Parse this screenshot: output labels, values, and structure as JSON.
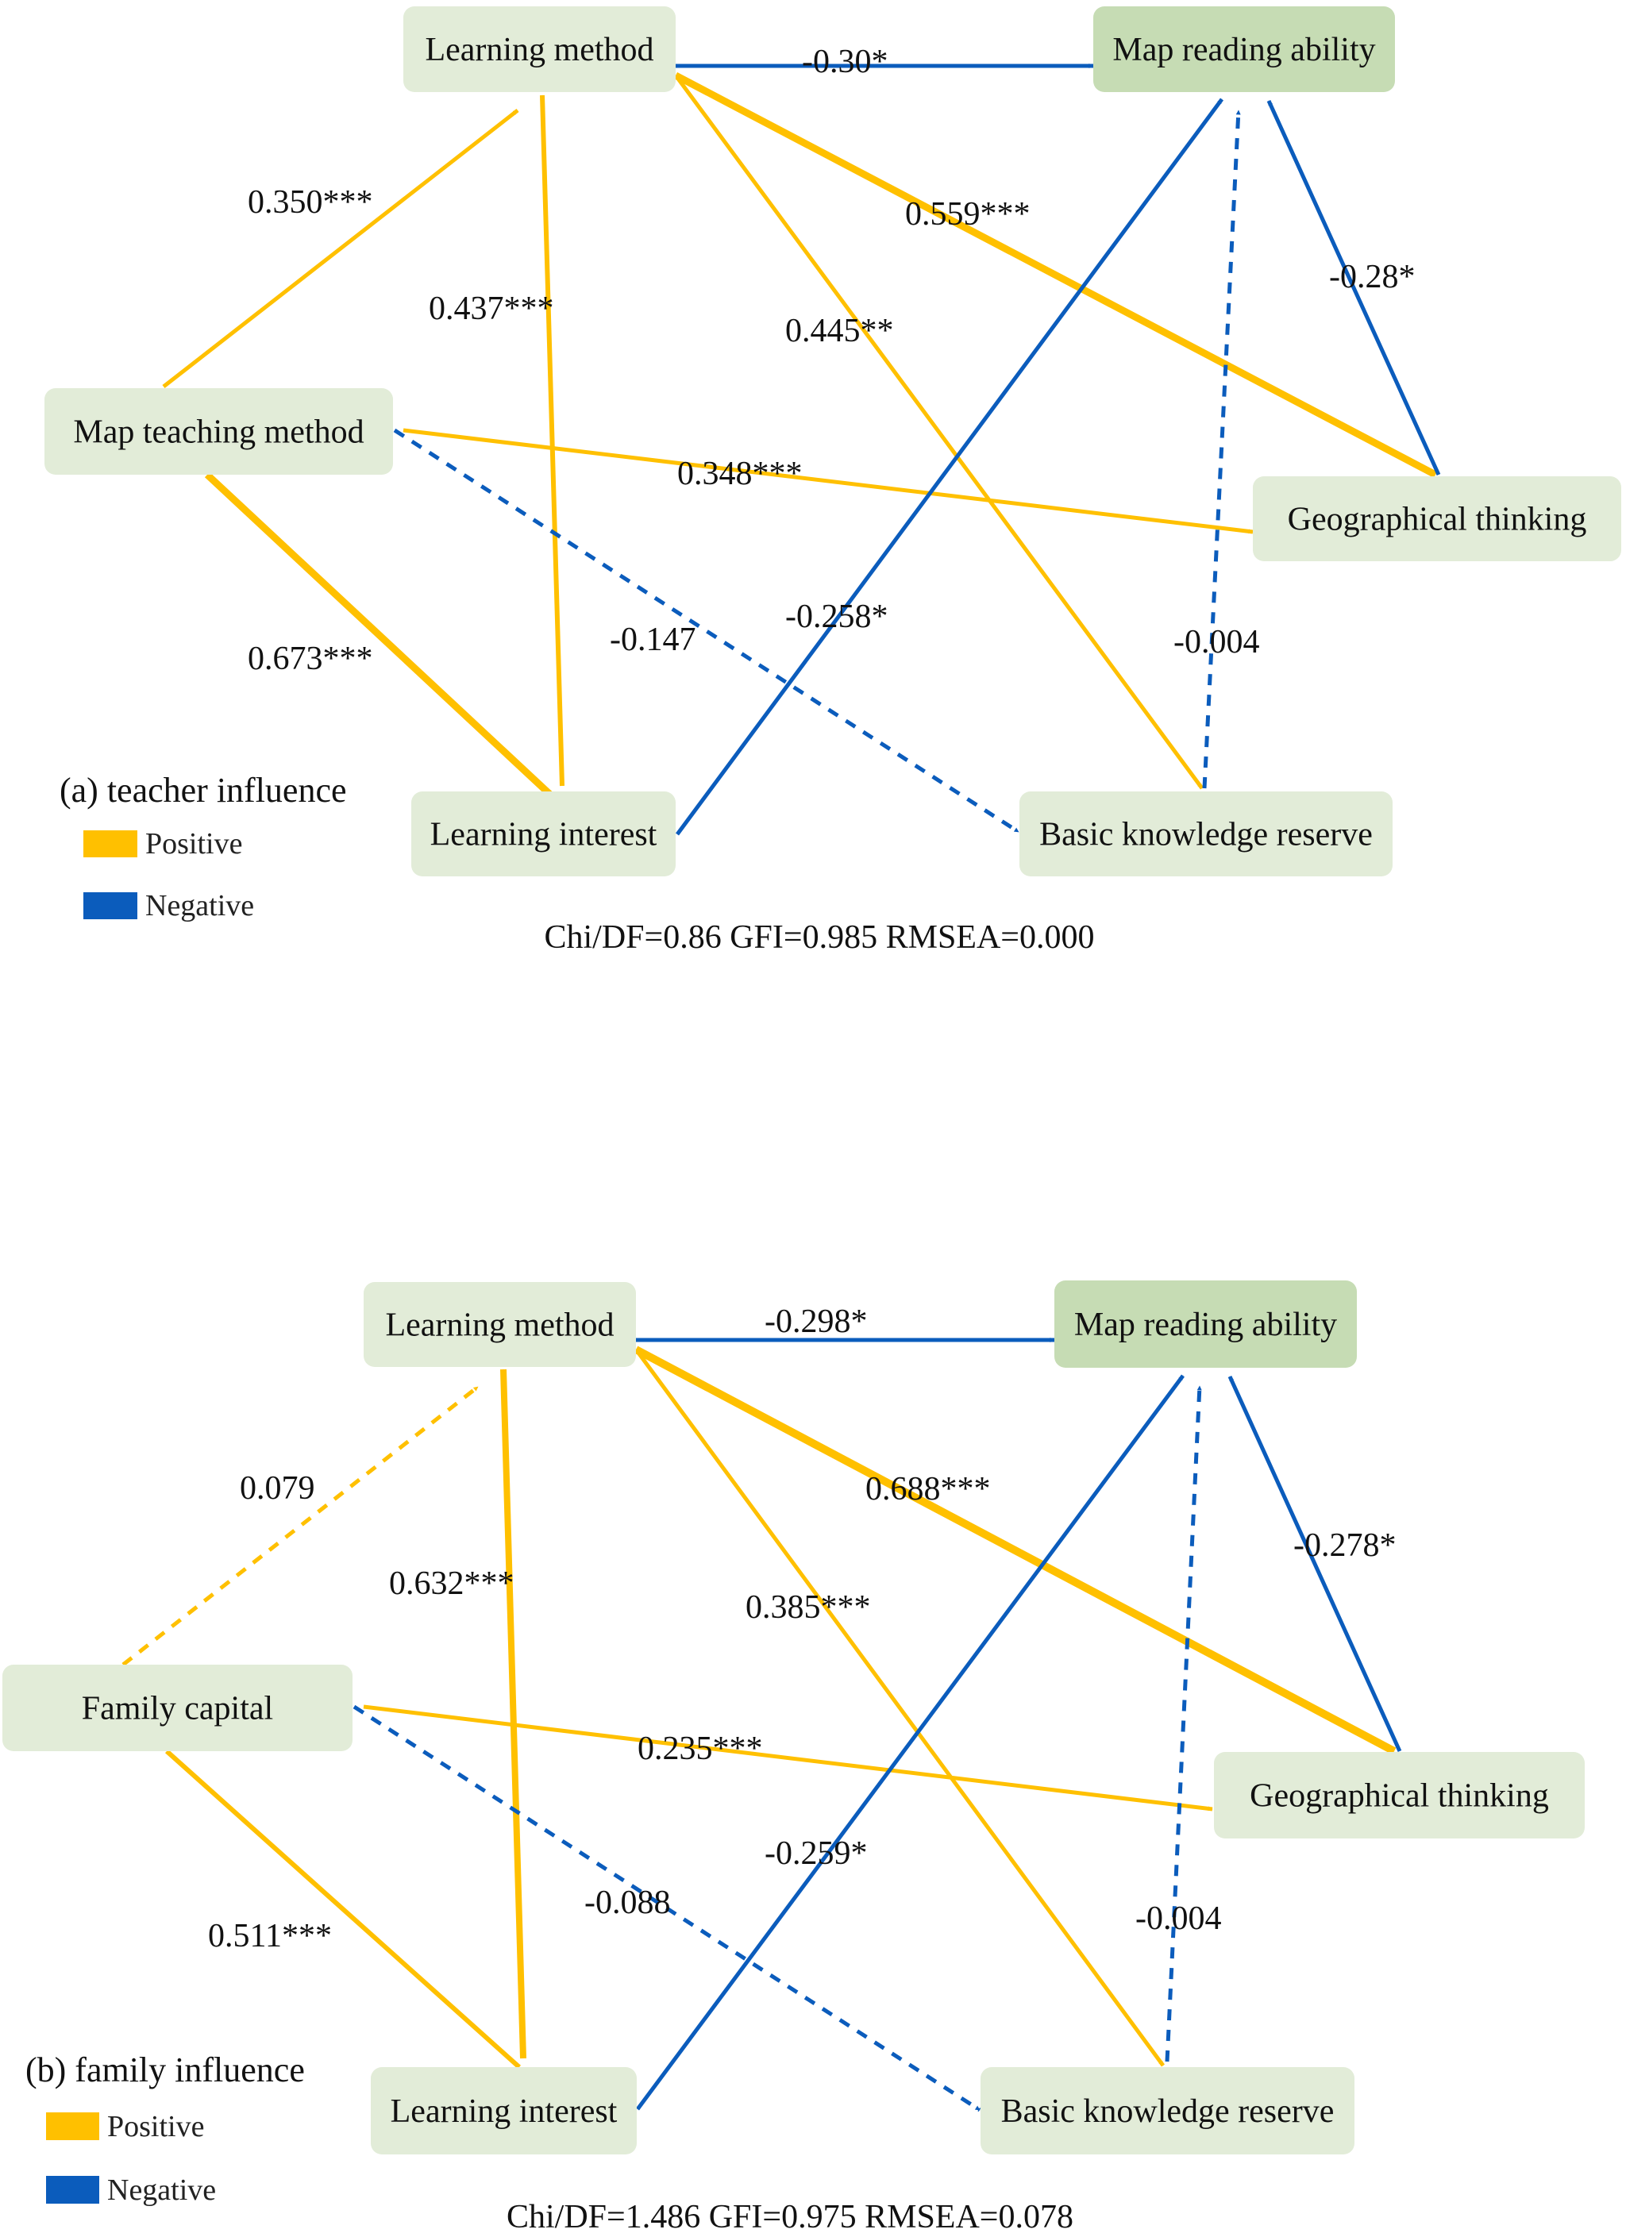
{
  "figure": {
    "colors": {
      "positive": "#ffc000",
      "negative": "#0b5cbc",
      "node_fill": "#e2ecd8",
      "outcome_node_fill": "#c6dcb4",
      "text": "#111111"
    },
    "legend": {
      "positive_label": "Positive",
      "negative_label": "Negative"
    },
    "panels": [
      {
        "id": "a",
        "title": "(a) teacher influence",
        "fit_stats": "Chi/DF=0.86 GFI=0.985  RMSEA=0.000",
        "nodes": [
          {
            "id": "LM",
            "label": "Learning method",
            "kind": "mediator"
          },
          {
            "id": "MRA",
            "label": "Map reading ability",
            "kind": "outcome"
          },
          {
            "id": "MTM",
            "label": "Map teaching method",
            "kind": "exogenous"
          },
          {
            "id": "GT",
            "label": "Geographical thinking",
            "kind": "mediator"
          },
          {
            "id": "LI",
            "label": "Learning interest",
            "kind": "mediator"
          },
          {
            "id": "BKR",
            "label": "Basic knowledge reserve",
            "kind": "mediator"
          }
        ],
        "edges": [
          {
            "from": "MTM",
            "to": "LM",
            "coef": "0.350***",
            "sign": "positive",
            "significant": true
          },
          {
            "from": "LI",
            "to": "LM",
            "coef": "0.437***",
            "sign": "positive",
            "significant": true
          },
          {
            "from": "MTM",
            "to": "LI",
            "coef": "0.673***",
            "sign": "positive",
            "significant": true
          },
          {
            "from": "MTM",
            "to": "GT",
            "coef": "0.348***",
            "sign": "positive",
            "significant": true
          },
          {
            "from": "MTM",
            "to": "BKR",
            "coef": "-0.147",
            "sign": "negative",
            "significant": false
          },
          {
            "from": "LM",
            "to": "MRA",
            "coef": "-0.30*",
            "sign": "negative",
            "significant": true
          },
          {
            "from": "LM",
            "to": "GT",
            "coef": "0.559***",
            "sign": "positive",
            "significant": true
          },
          {
            "from": "LM",
            "to": "BKR",
            "coef": "0.445**",
            "sign": "positive",
            "significant": true
          },
          {
            "from": "LI",
            "to": "MRA",
            "coef": "-0.258*",
            "sign": "negative",
            "significant": true
          },
          {
            "from": "BKR",
            "to": "MRA",
            "coef": "-0.004",
            "sign": "negative",
            "significant": false
          },
          {
            "from": "GT",
            "to": "MRA",
            "coef": "-0.28*",
            "sign": "negative",
            "significant": true
          }
        ]
      },
      {
        "id": "b",
        "title": "(b) family influence",
        "fit_stats": "Chi/DF=1.486 GFI=0.975  RMSEA=0.078",
        "nodes": [
          {
            "id": "LM",
            "label": "Learning method",
            "kind": "mediator"
          },
          {
            "id": "MRA",
            "label": "Map reading ability",
            "kind": "outcome"
          },
          {
            "id": "FC",
            "label": "Family capital",
            "kind": "exogenous"
          },
          {
            "id": "GT",
            "label": "Geographical thinking",
            "kind": "mediator"
          },
          {
            "id": "LI",
            "label": "Learning interest",
            "kind": "mediator"
          },
          {
            "id": "BKR",
            "label": "Basic knowledge reserve",
            "kind": "mediator"
          }
        ],
        "edges": [
          {
            "from": "FC",
            "to": "LM",
            "coef": "0.079",
            "sign": "positive",
            "significant": false
          },
          {
            "from": "LI",
            "to": "LM",
            "coef": "0.632***",
            "sign": "positive",
            "significant": true
          },
          {
            "from": "FC",
            "to": "LI",
            "coef": "0.511***",
            "sign": "positive",
            "significant": true
          },
          {
            "from": "FC",
            "to": "GT",
            "coef": "0.235***",
            "sign": "positive",
            "significant": true
          },
          {
            "from": "FC",
            "to": "BKR",
            "coef": "-0.088",
            "sign": "negative",
            "significant": false
          },
          {
            "from": "LM",
            "to": "MRA",
            "coef": "-0.298*",
            "sign": "negative",
            "significant": true
          },
          {
            "from": "LM",
            "to": "GT",
            "coef": "0.688***",
            "sign": "positive",
            "significant": true
          },
          {
            "from": "LM",
            "to": "BKR",
            "coef": "0.385***",
            "sign": "positive",
            "significant": true
          },
          {
            "from": "LI",
            "to": "MRA",
            "coef": "-0.259*",
            "sign": "negative",
            "significant": true
          },
          {
            "from": "BKR",
            "to": "MRA",
            "coef": "-0.004",
            "sign": "negative",
            "significant": false
          },
          {
            "from": "GT",
            "to": "MRA",
            "coef": "-0.278*",
            "sign": "negative",
            "significant": true
          }
        ]
      }
    ]
  }
}
